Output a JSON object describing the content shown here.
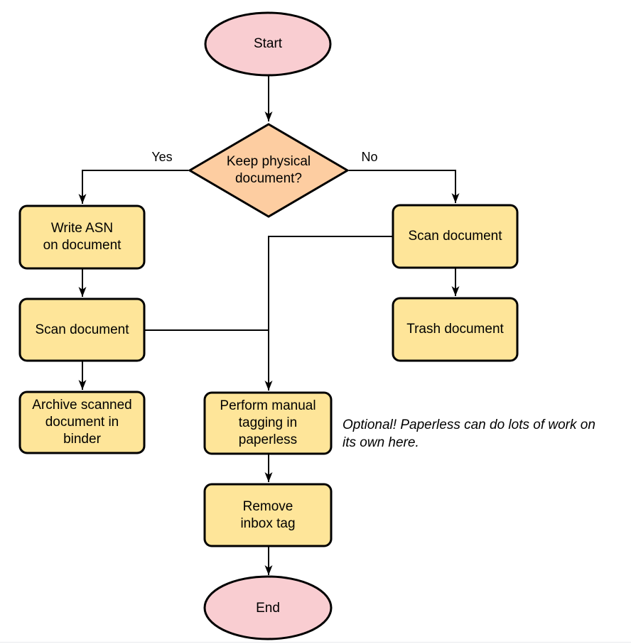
{
  "diagram": {
    "nodes": {
      "start": {
        "label": "Start",
        "type": "terminator"
      },
      "decision": {
        "label": "Keep physical\ndocument?",
        "type": "decision"
      },
      "write_asn": {
        "label": "Write ASN\non document",
        "type": "process"
      },
      "scan_left": {
        "label": "Scan document",
        "type": "process"
      },
      "archive": {
        "label": "Archive scanned\ndocument in\nbinder",
        "type": "process"
      },
      "scan_right": {
        "label": "Scan document",
        "type": "process"
      },
      "trash": {
        "label": "Trash document",
        "type": "process"
      },
      "tagging": {
        "label": "Perform manual\ntagging in\npaperless",
        "type": "process"
      },
      "remove_inbox": {
        "label": "Remove\ninbox tag",
        "type": "process"
      },
      "end": {
        "label": "End",
        "type": "terminator"
      }
    },
    "edge_labels": {
      "yes": "Yes",
      "no": "No"
    },
    "note": "Optional! Paperless can do lots of work on\nits own here.",
    "colors": {
      "terminator_fill": "#f9cdd1",
      "decision_fill": "#fdcda1",
      "process_fill": "#fee599",
      "stroke": "#000000",
      "line": "#000000",
      "background": "#ffffff"
    }
  }
}
